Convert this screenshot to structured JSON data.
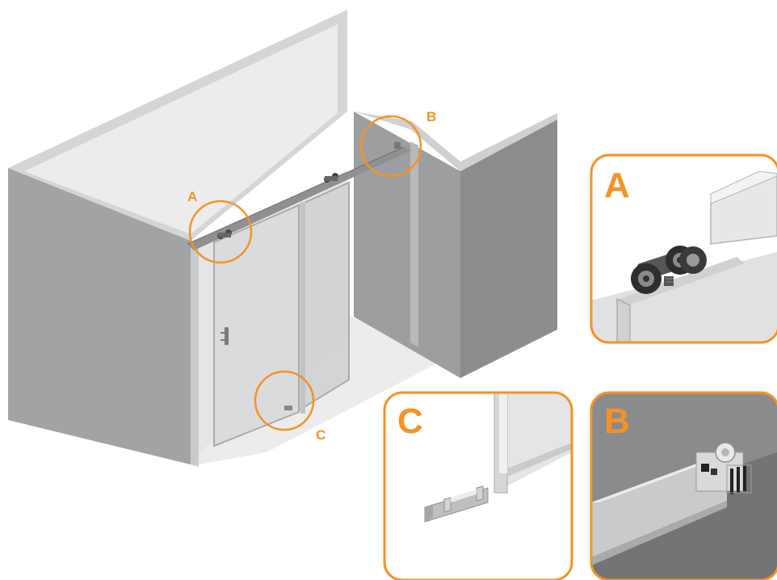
{
  "colors": {
    "accent": "#f39325",
    "wall_front": "#9d9e9f",
    "wall_side": "#86878a",
    "wall_top": "#d9dadb",
    "glass": "#dfe0e1",
    "rail": "#8c8d8f",
    "background": "#ffffff",
    "detail_b_bg": "#7d7e80"
  },
  "callouts": {
    "A": "A",
    "B": "B",
    "C": "C"
  },
  "details": {
    "A": "A",
    "B": "B",
    "C": "C"
  }
}
